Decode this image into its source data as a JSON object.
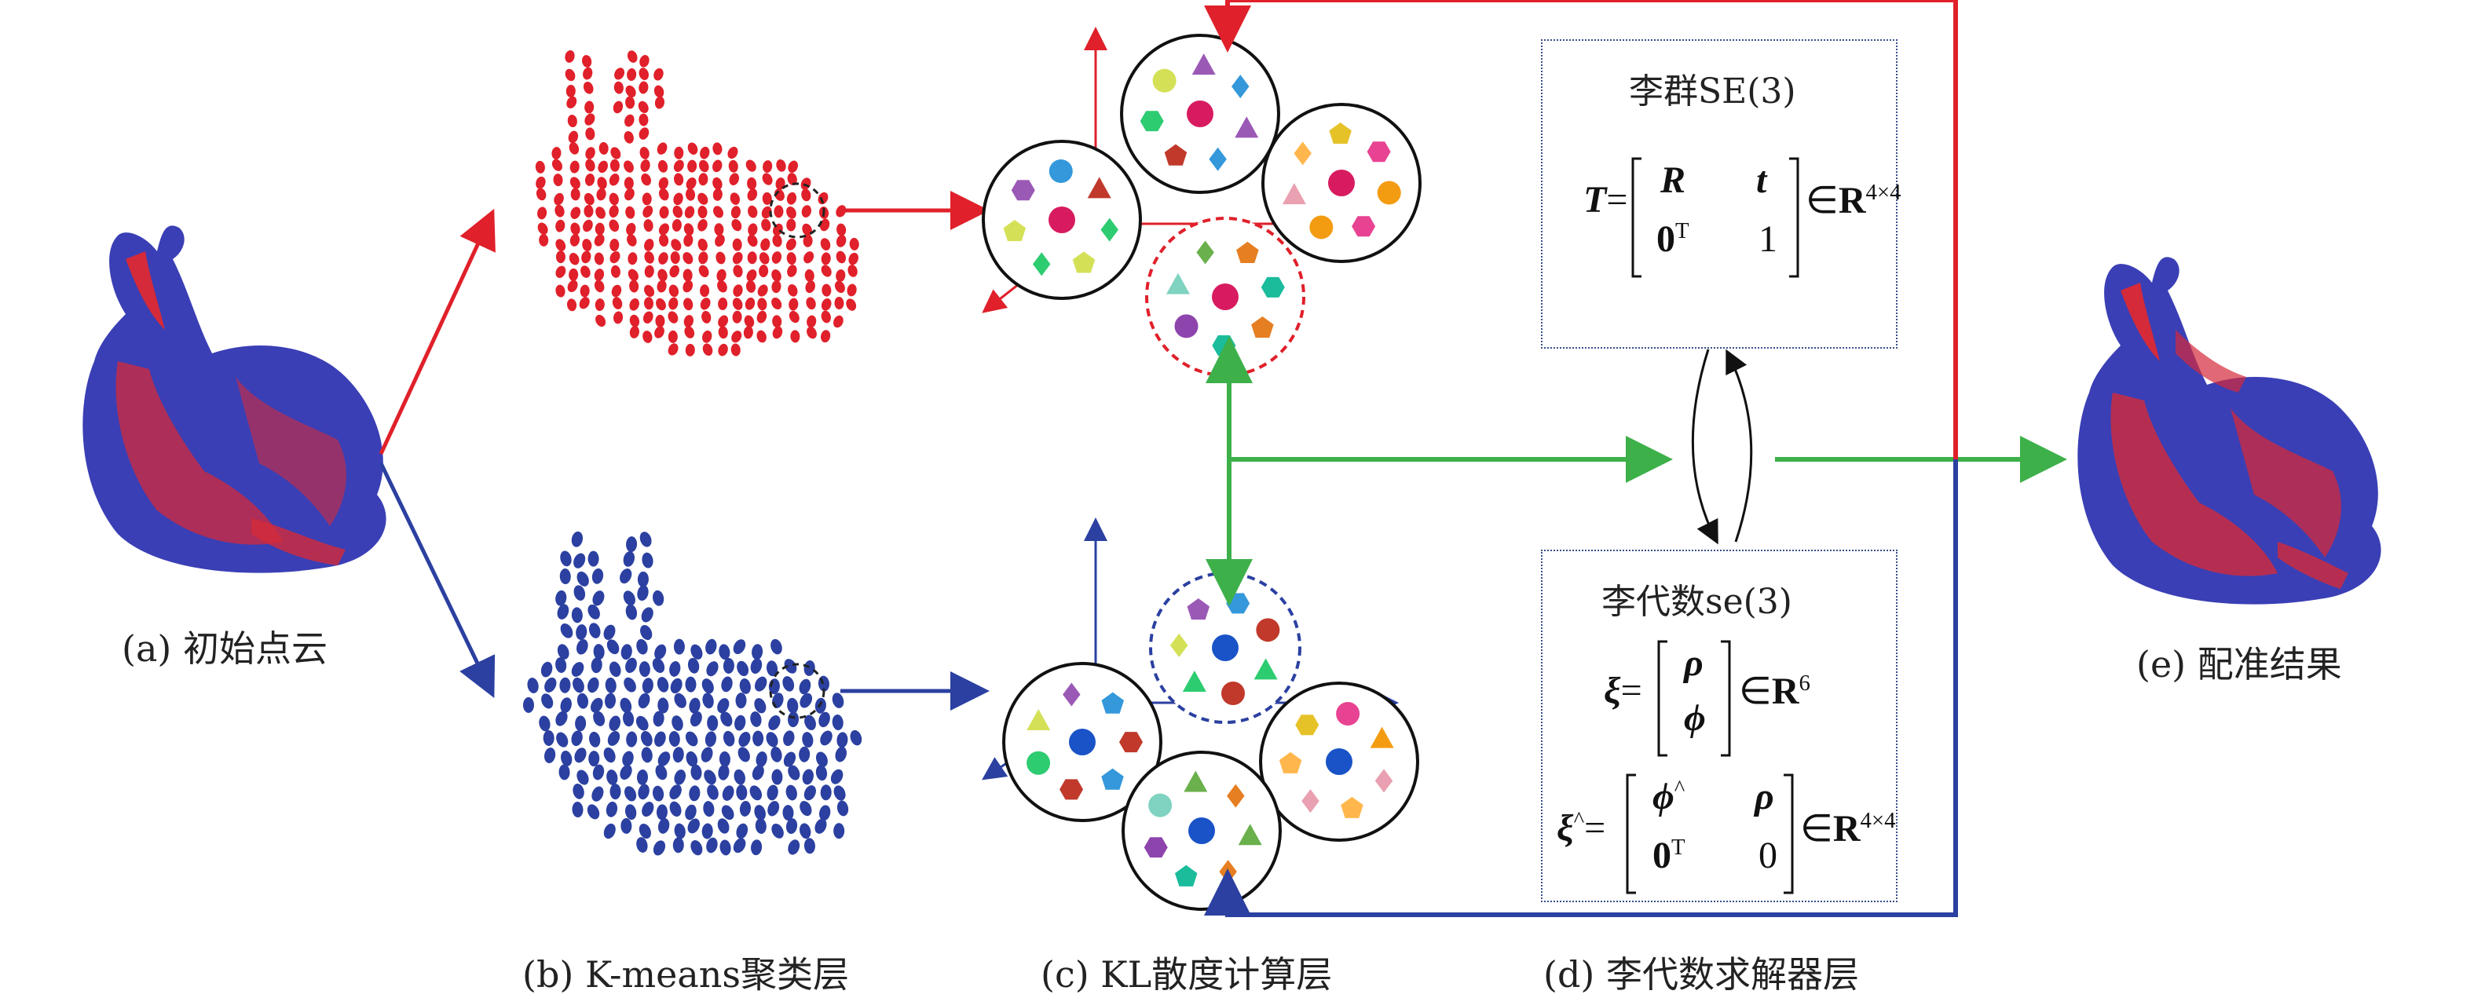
{
  "captions": {
    "a": "(a) 初始点云",
    "b": "(b) K-means聚类层",
    "c": "(c) KL散度计算层",
    "d": "(d) 李代数求解器层",
    "e": "(e) 配准结果"
  },
  "lie_group": {
    "title": "李群SE(3)",
    "T": "T",
    "eq": "=",
    "R": "R",
    "t": "t",
    "zero": "0",
    "T_sup": "T",
    "one": "1",
    "in": "∈",
    "Rset": "R",
    "dim": "4×4"
  },
  "lie_algebra": {
    "title": "李代数se(3)",
    "xi": "ξ",
    "eq": "=",
    "rho": "ρ",
    "phi": "ϕ",
    "in": "∈",
    "Rset": "R",
    "dim6": "6",
    "xi_hat": "ξ",
    "hat": "^",
    "phi_hat": "ϕ",
    "zero": "0",
    "T_sup": "T",
    "zero2": "0",
    "dim44": "4×4"
  },
  "colors": {
    "red": "#e0202a",
    "blue": "#2b40a0",
    "green": "#3db04a",
    "black": "#111111"
  }
}
